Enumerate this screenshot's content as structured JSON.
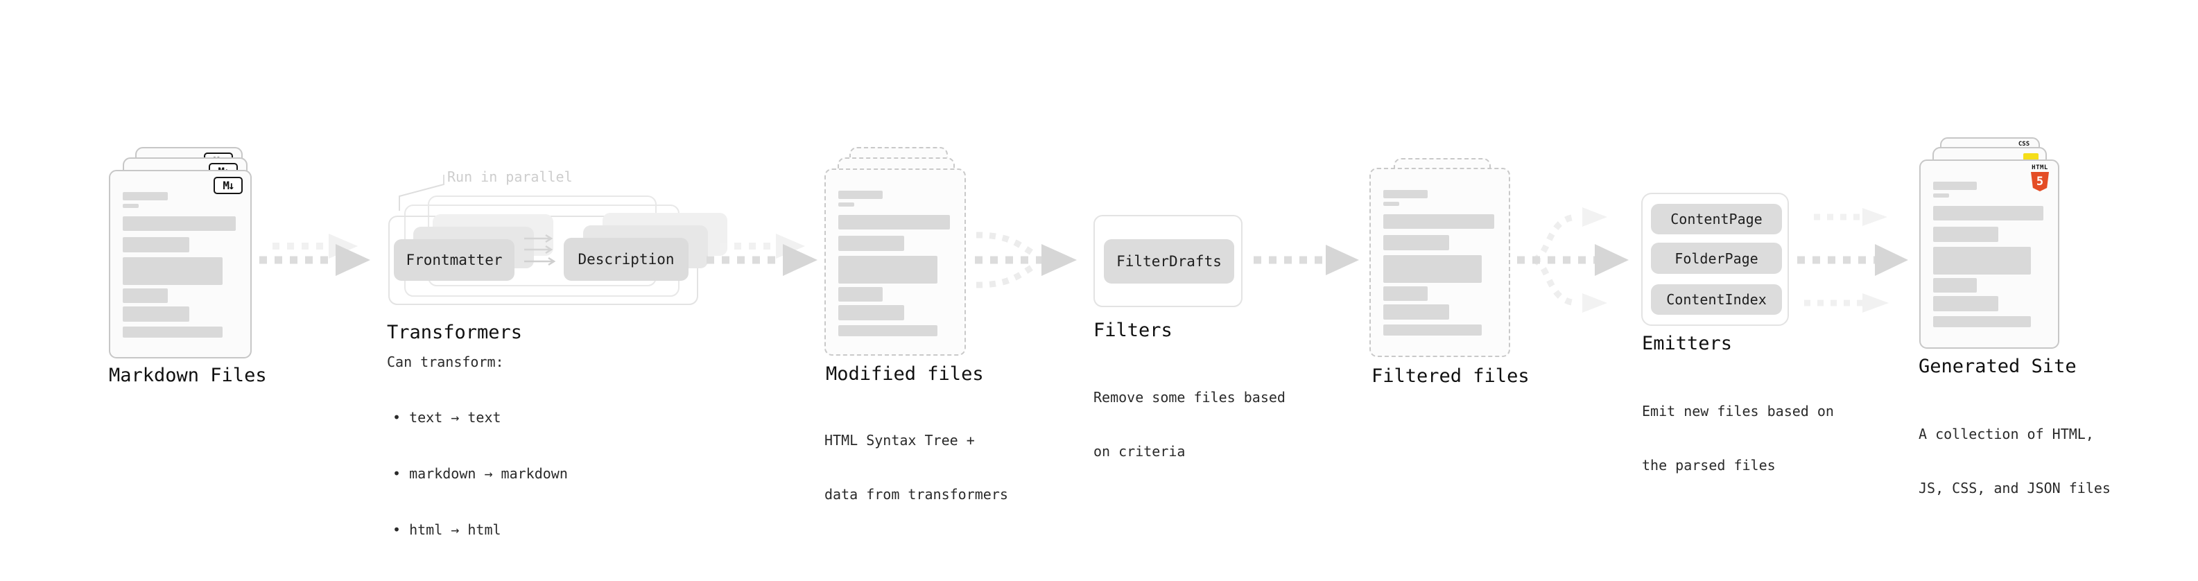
{
  "diagram": {
    "stages": {
      "markdown": {
        "label": "Markdown Files"
      },
      "transformers": {
        "label": "Transformers",
        "annotation": "Run in parallel",
        "pill_left": "Frontmatter",
        "pill_right": "Description",
        "desc_intro": "Can transform:",
        "bullets": [
          "• text → text",
          "• markdown → markdown",
          "• html → html"
        ]
      },
      "modified": {
        "label": "Modified files",
        "desc1": "HTML Syntax Tree +",
        "desc2": "data from transformers"
      },
      "filters": {
        "label": "Filters",
        "pill": "FilterDrafts",
        "desc1": "Remove some files based",
        "desc2": "on criteria"
      },
      "filtered": {
        "label": "Filtered files"
      },
      "emitters": {
        "label": "Emitters",
        "pills": [
          "ContentPage",
          "FolderPage",
          "ContentIndex"
        ],
        "desc1": "Emit new files based on",
        "desc2": "the parsed files"
      },
      "generated": {
        "label": "Generated Site",
        "desc1": "A collection of HTML,",
        "desc2": "JS, CSS, and JSON files"
      }
    },
    "icons": {
      "markdown": "M↓",
      "html5_label": "HTML",
      "html5_number": "5",
      "css_label": "CSS"
    },
    "colors": {
      "html5_orange": "#e44d26",
      "js_yellow": "#f5de19",
      "css_blue": "#2862e9"
    }
  }
}
